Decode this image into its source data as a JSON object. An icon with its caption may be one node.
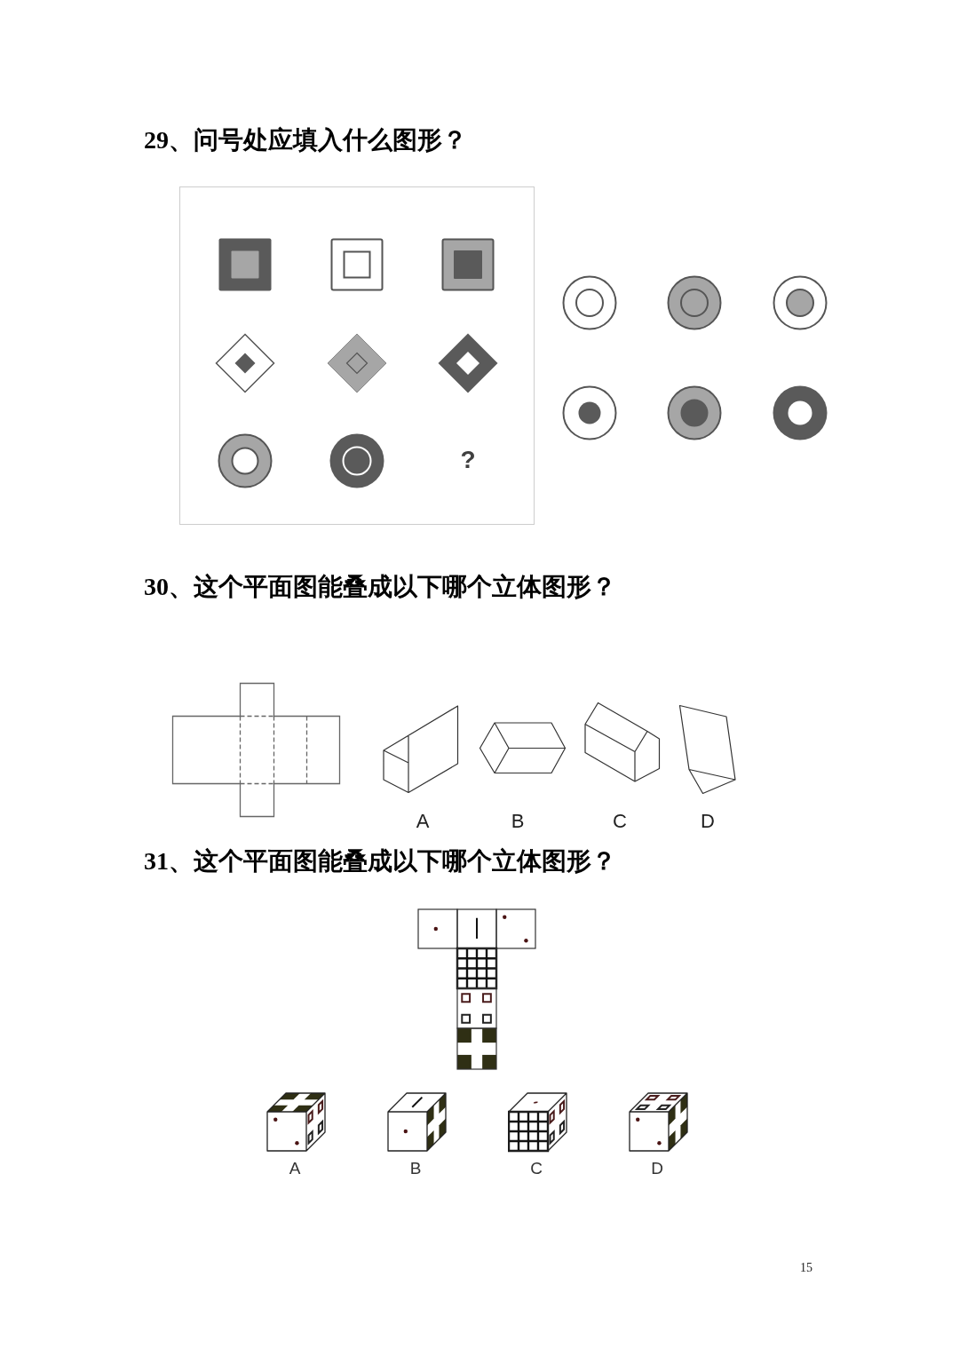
{
  "diagram": {
    "labels": [
      "29、问号处应填入什么图形？",
      "?",
      "30、这个平面图能叠成以下哪个立体图形？",
      "A",
      "B",
      "C",
      "D",
      "31、这个平面图能叠成以下哪个立体图形？",
      "A",
      "B",
      "C",
      "D",
      "15"
    ]
  }
}
